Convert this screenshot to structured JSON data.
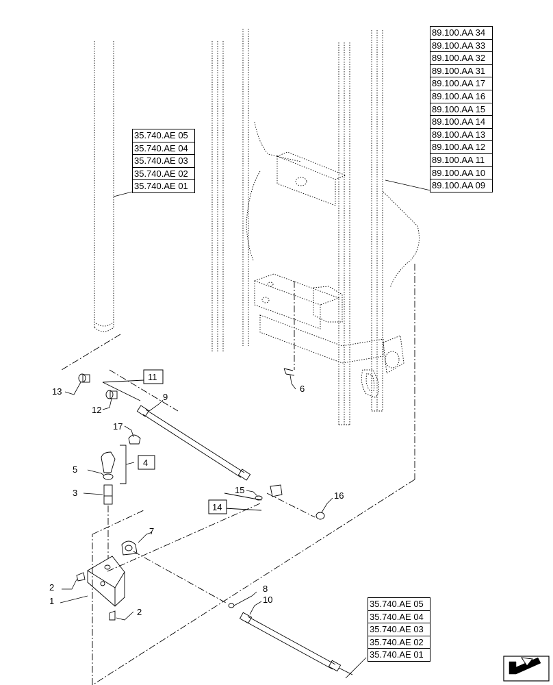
{
  "reference_tables": {
    "upper_right": [
      "89.100.AA 34",
      "89.100.AA 33",
      "89.100.AA 32",
      "89.100.AA 31",
      "89.100.AA 17",
      "89.100.AA 16",
      "89.100.AA 15",
      "89.100.AA 14",
      "89.100.AA 13",
      "89.100.AA 12",
      "89.100.AA 11",
      "89.100.AA 10",
      "89.100.AA 09"
    ],
    "upper_left": [
      "35.740.AE 05",
      "35.740.AE 04",
      "35.740.AE 03",
      "35.740.AE 02",
      "35.740.AE 01"
    ],
    "lower_right": [
      "35.740.AE 05",
      "35.740.AE 04",
      "35.740.AE 03",
      "35.740.AE 02",
      "35.740.AE 01"
    ]
  },
  "callouts": {
    "c1": "1",
    "c2a": "2",
    "c2b": "2",
    "c3": "3",
    "c4": "4",
    "c5": "5",
    "c6": "6",
    "c7": "7",
    "c8": "8",
    "c9": "9",
    "c10": "10",
    "c11": "11",
    "c12": "12",
    "c13": "13",
    "c14": "14",
    "c15": "15",
    "c16": "16",
    "c17": "17"
  },
  "icons": {
    "nav": "arrow-icon"
  }
}
